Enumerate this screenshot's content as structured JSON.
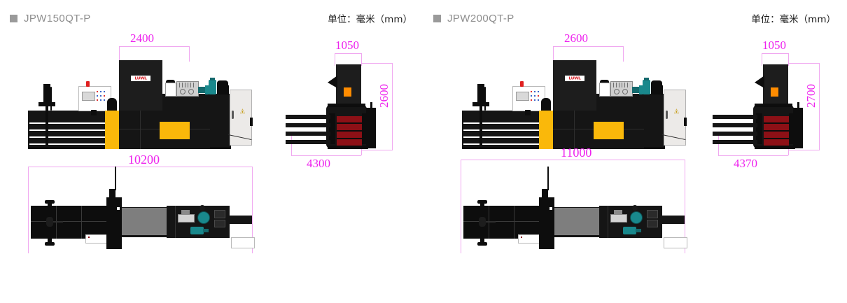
{
  "panels": [
    {
      "id": "jpw150",
      "marker_color": "#9a9a9a",
      "title": "JPW150QT-P",
      "unit_label": "单位：毫米（mm）",
      "front_view": {
        "width_dim": "2400"
      },
      "side_view": {
        "top_dim": "1050",
        "height_dim": "2600",
        "width_dim": "4300"
      },
      "top_view": {
        "length_dim": "10200"
      },
      "logo_text": "LUWL"
    },
    {
      "id": "jpw200",
      "marker_color": "#9a9a9a",
      "title": "JPW200QT-P",
      "unit_label": "单位：毫米（mm）",
      "front_view": {
        "width_dim": "2600"
      },
      "side_view": {
        "top_dim": "1050",
        "height_dim": "2700",
        "width_dim": "4370"
      },
      "top_view": {
        "length_dim": "11000"
      },
      "logo_text": "LUWL"
    }
  ],
  "colors": {
    "dimension": "#ee22ee",
    "dimension_line": "#f0a8f0",
    "machine_body": "#151515",
    "accent_yellow": "#FAB80A",
    "bale_red": "#8d1016",
    "motor_teal": "#19888c",
    "cabinet_gray": "#eceae8",
    "hopper_badge": "#FF8C00",
    "logo_red": "#d81f26",
    "title_gray": "#8e8e8e"
  },
  "icons": {
    "warning": "⚠",
    "marker": "square-marker-icon"
  }
}
